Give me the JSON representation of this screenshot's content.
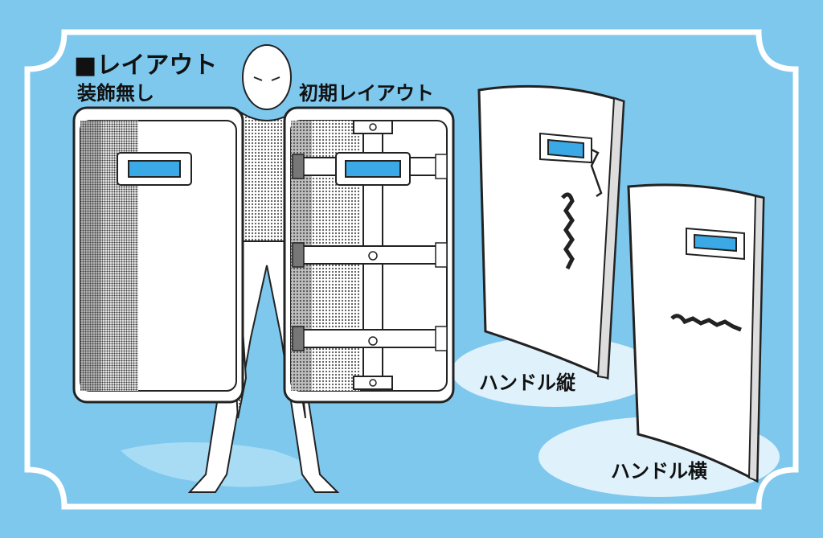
{
  "title": "■レイアウト",
  "labels": {
    "plain": "装飾無し",
    "initial": "初期レイアウト",
    "handle_vertical": "ハンドル縦",
    "handle_horizontal": "ハンドル横"
  },
  "colors": {
    "background": "#7ec8ee",
    "frame": "#ffffff",
    "floor_ellipse": "#dff1fb",
    "window": "#3aa9e6",
    "line": "#222222"
  }
}
